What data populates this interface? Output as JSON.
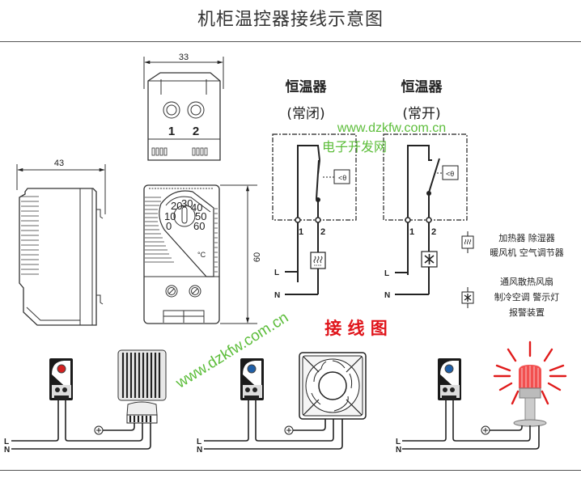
{
  "title": "机柜温控器接线示意图",
  "dimensions": {
    "width_top": "33",
    "width_side": "43",
    "height_front": "60"
  },
  "top_view": {
    "terminal_labels": [
      "1",
      "2"
    ]
  },
  "front_view": {
    "dial_marks": [
      "0",
      "10",
      "20",
      "30",
      "40",
      "50",
      "60"
    ],
    "unit": "°C"
  },
  "schematics": [
    {
      "title": "恒温器",
      "subtitle": "(常闭)",
      "type": "normally-closed",
      "terminals": [
        "1",
        "2"
      ],
      "temp_label": "<θ",
      "load": "heater",
      "lines": [
        "L",
        "N"
      ]
    },
    {
      "title": "恒温器",
      "subtitle": "(常开)",
      "type": "normally-open",
      "terminals": [
        "1",
        "2"
      ],
      "temp_label": "<θ",
      "load": "fan",
      "lines": [
        "L",
        "N"
      ]
    }
  ],
  "legend": [
    {
      "icon": "heater-icon",
      "lines": [
        "加热器 除湿器",
        "暖风机 空气调节器"
      ]
    },
    {
      "icon": "fan-icon",
      "lines": [
        "通风散热风扇",
        "制冷空调 警示灯",
        "报警装置"
      ]
    }
  ],
  "wiring_title": "接 线 图",
  "wiring_examples": [
    {
      "device": "heater",
      "knob_color": "#d42020",
      "lines": [
        "L",
        "N"
      ]
    },
    {
      "device": "fan",
      "knob_color": "#1f5fa8",
      "lines": [
        "L",
        "N"
      ]
    },
    {
      "device": "warning-light",
      "knob_color": "#1f5fa8",
      "lines": [
        "L",
        "N"
      ]
    }
  ],
  "watermark": {
    "url": "www.dzkfw.com.cn",
    "name": "电子开发网",
    "diagonal": "www.dzkfw.com.cn"
  },
  "colors": {
    "accent_red": "#e0141a",
    "watermark_green": "#5cbd3a",
    "line": "#222222"
  }
}
